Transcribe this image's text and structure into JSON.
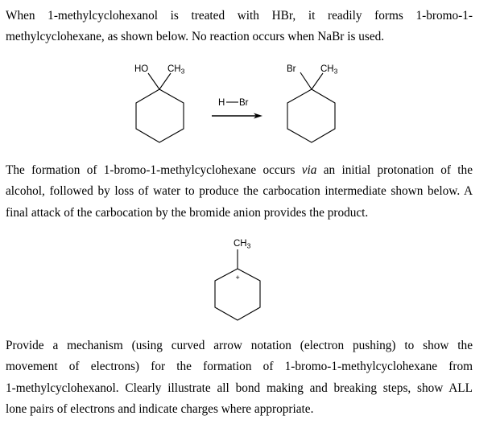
{
  "document": {
    "intro_paragraph": {
      "lines": [
        "When 1-methylcyclohexanol is treated with HBr, it readily forms 1-bromo-1-",
        "methylcyclohexane, as shown below.  No reaction occurs when NaBr is used."
      ]
    },
    "reaction_scheme": {
      "reactant": {
        "name": "1-methylcyclohexanol",
        "substituent_1": "HO",
        "substituent_2_main": "CH",
        "substituent_2_sub": "3"
      },
      "reagent": {
        "atom_1": "H",
        "atom_2": "Br"
      },
      "product": {
        "name": "1-bromo-1-methylcyclohexane",
        "substituent_1": "Br",
        "substituent_2_main": "CH",
        "substituent_2_sub": "3"
      }
    },
    "mechanism_paragraph": {
      "lines": [
        "The formation of 1-bromo-1-methylcyclohexane occurs ",
        "via",
        " an initial protonation of the",
        "alcohol, followed by loss of water to produce the carbocation intermediate shown below. A",
        "final attack of the carbocation by the bromide anion provides the product."
      ]
    },
    "intermediate": {
      "name": "carbocation intermediate",
      "substituent_main": "CH",
      "substituent_sub": "3",
      "charge": "+"
    },
    "question_paragraph": {
      "lines": [
        "Provide a mechanism (using curved arrow notation (electron pushing) to show the",
        "movement of electrons) for the formation of 1-bromo-1-methylcyclohexane from",
        "1-methylcyclohexanol.  Clearly illustrate all bond making and breaking steps, show ALL",
        "lone pairs of electrons and indicate charges where appropriate."
      ]
    },
    "colors": {
      "text": "#000000",
      "background": "#ffffff"
    }
  }
}
